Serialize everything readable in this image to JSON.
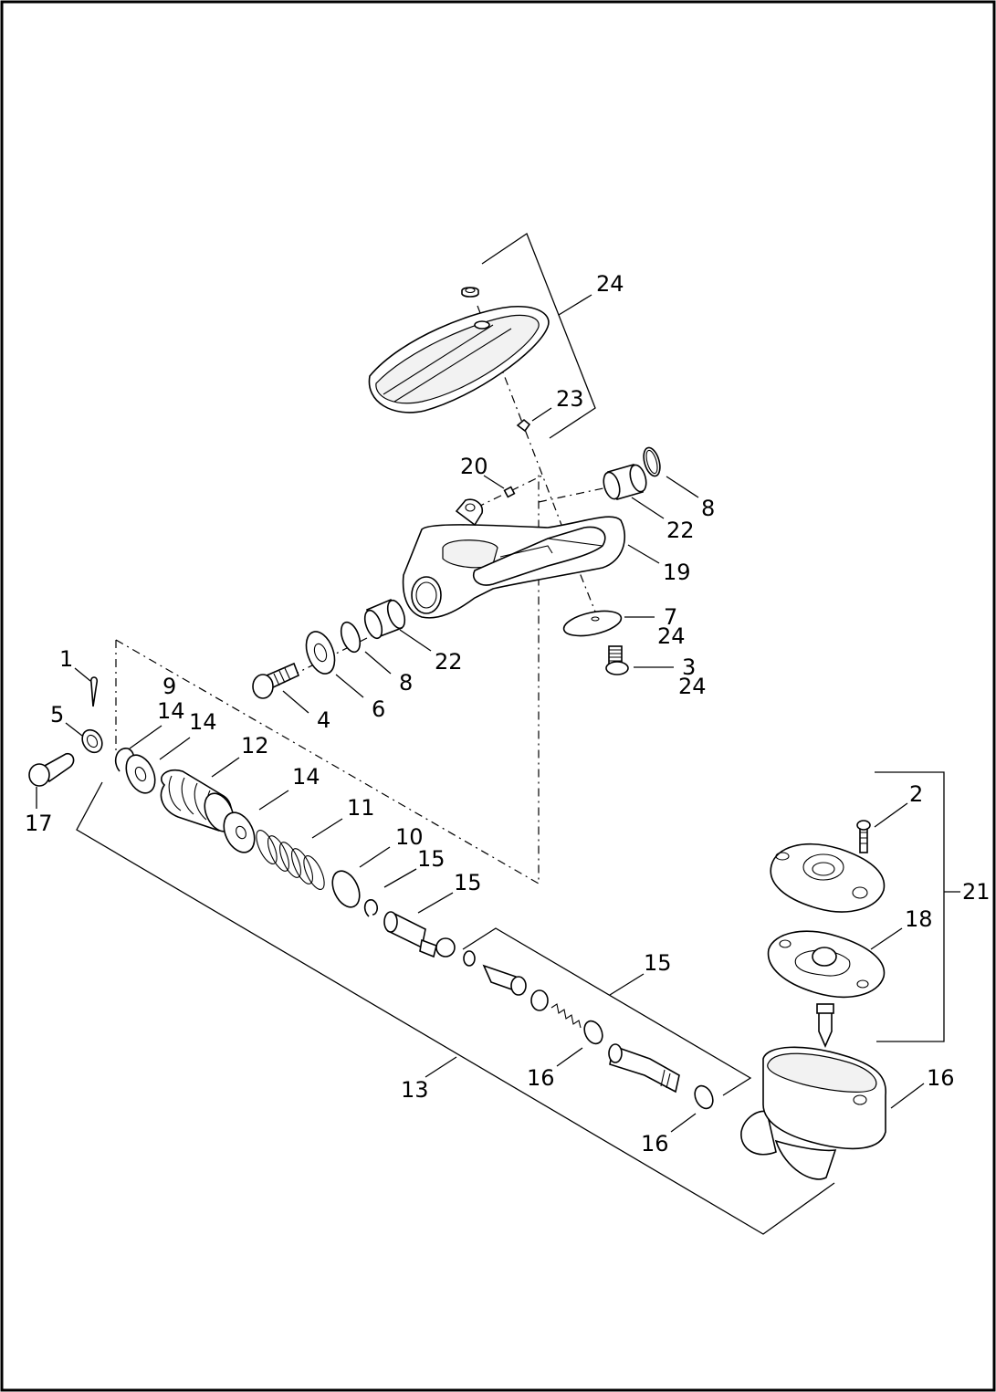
{
  "callouts": [
    {
      "id": "c24a",
      "text": "24"
    },
    {
      "id": "c23",
      "text": "23"
    },
    {
      "id": "c20",
      "text": "20"
    },
    {
      "id": "c8a",
      "text": "8"
    },
    {
      "id": "c22a",
      "text": "22"
    },
    {
      "id": "c19",
      "text": "19"
    },
    {
      "id": "c7",
      "text": "7"
    },
    {
      "id": "c24b",
      "text": "24"
    },
    {
      "id": "c3",
      "text": "3"
    },
    {
      "id": "c24c",
      "text": "24"
    },
    {
      "id": "c22b",
      "text": "22"
    },
    {
      "id": "c8b",
      "text": "8"
    },
    {
      "id": "c6",
      "text": "6"
    },
    {
      "id": "c4",
      "text": "4"
    },
    {
      "id": "c1",
      "text": "1"
    },
    {
      "id": "c9",
      "text": "9"
    },
    {
      "id": "c14a",
      "text": "14"
    },
    {
      "id": "c14b",
      "text": "14"
    },
    {
      "id": "c5",
      "text": "5"
    },
    {
      "id": "c12",
      "text": "12"
    },
    {
      "id": "c14c",
      "text": "14"
    },
    {
      "id": "c17",
      "text": "17"
    },
    {
      "id": "c11",
      "text": "11"
    },
    {
      "id": "c10",
      "text": "10"
    },
    {
      "id": "c15a",
      "text": "15"
    },
    {
      "id": "c15b",
      "text": "15"
    },
    {
      "id": "c15c",
      "text": "15"
    },
    {
      "id": "c16a",
      "text": "16"
    },
    {
      "id": "c13",
      "text": "13"
    },
    {
      "id": "c16b",
      "text": "16"
    },
    {
      "id": "c16c",
      "text": "16"
    },
    {
      "id": "c2",
      "text": "2"
    },
    {
      "id": "c21",
      "text": "21"
    },
    {
      "id": "c18",
      "text": "18"
    }
  ]
}
